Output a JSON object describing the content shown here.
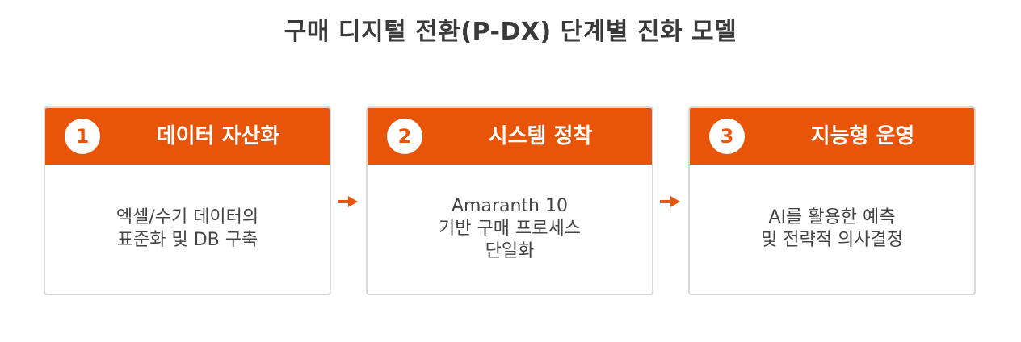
{
  "title": "구매 디지털 전환(P-DX) 단계별 진화 모델",
  "colors": {
    "accent": "#e85508",
    "border": "#d9d9d9",
    "text": "#444444",
    "title": "#3a3a3a"
  },
  "steps": [
    {
      "number": "1",
      "title": "데이터 자산화",
      "lines": [
        "엑셀/수기 데이터의",
        "표준화 및 DB 구축"
      ]
    },
    {
      "number": "2",
      "title": "시스템 정착",
      "lines": [
        "Amaranth 10",
        "기반 구매 프로세스",
        "단일화"
      ]
    },
    {
      "number": "3",
      "title": "지능형 운영",
      "lines": [
        "AI를 활용한 예측",
        "및 전략적 의사결정"
      ]
    }
  ],
  "connectors": [
    "arrow-right-icon",
    "arrow-right-icon"
  ]
}
